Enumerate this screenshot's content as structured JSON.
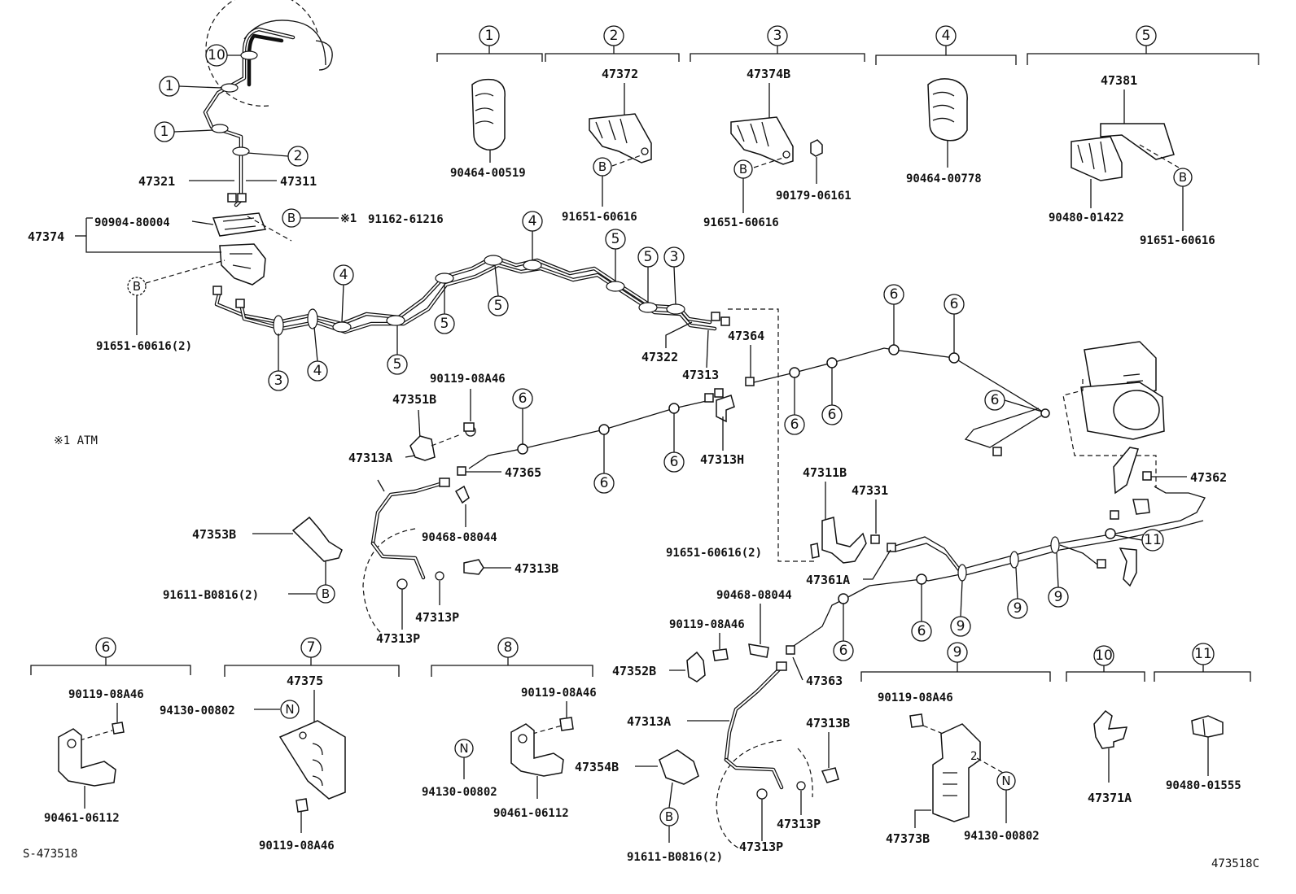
{
  "diagram": {
    "note_atm": "※1  ATM",
    "code_left": "S-473518",
    "code_right": "473518C",
    "asterisk": "※1",
    "callouts": {
      "c1": "1",
      "c2": "2",
      "c3": "3",
      "c4": "4",
      "c5": "5",
      "c6": "6",
      "c7": "7",
      "c8": "8",
      "c9": "9",
      "c10": "10",
      "c11": "11",
      "B": "B",
      "N": "N"
    },
    "parts": {
      "p47321": "47321",
      "p47311": "47311",
      "p90904": "90904-80004",
      "p47374": "47374",
      "p91162": "91162-61216",
      "p91651_2": "91651-60616(2)",
      "p47322": "47322",
      "p47313": "47313",
      "p47364": "47364",
      "p90119": "90119-08A46",
      "p47351B": "47351B",
      "p47313A": "47313A",
      "p47365": "47365",
      "p47313H": "47313H",
      "p90468": "90468-08044",
      "p47353B": "47353B",
      "p91611_2": "91611-B0816(2)",
      "p47313B": "47313B",
      "p47313P": "47313P",
      "p47311B": "47311B",
      "p47331": "47331",
      "p91651_2b": "91651-60616(2)",
      "p47361A": "47361A",
      "p47362": "47362",
      "p47352B": "47352B",
      "p47363": "47363",
      "p47354B": "47354B",
      "p47373B": "47373B",
      "p94130": "94130-00802",
      "p47371A": "47371A",
      "p90480_01555": "90480-01555",
      "p47375": "47375",
      "p90461": "90461-06112",
      "p90464_00519": "90464-00519",
      "p47372": "47372",
      "p91651": "91651-60616",
      "p47374B": "47374B",
      "p90179": "90179-06161",
      "p90464_00778": "90464-00778",
      "p47381": "47381",
      "p90480_01422": "90480-01422"
    }
  }
}
